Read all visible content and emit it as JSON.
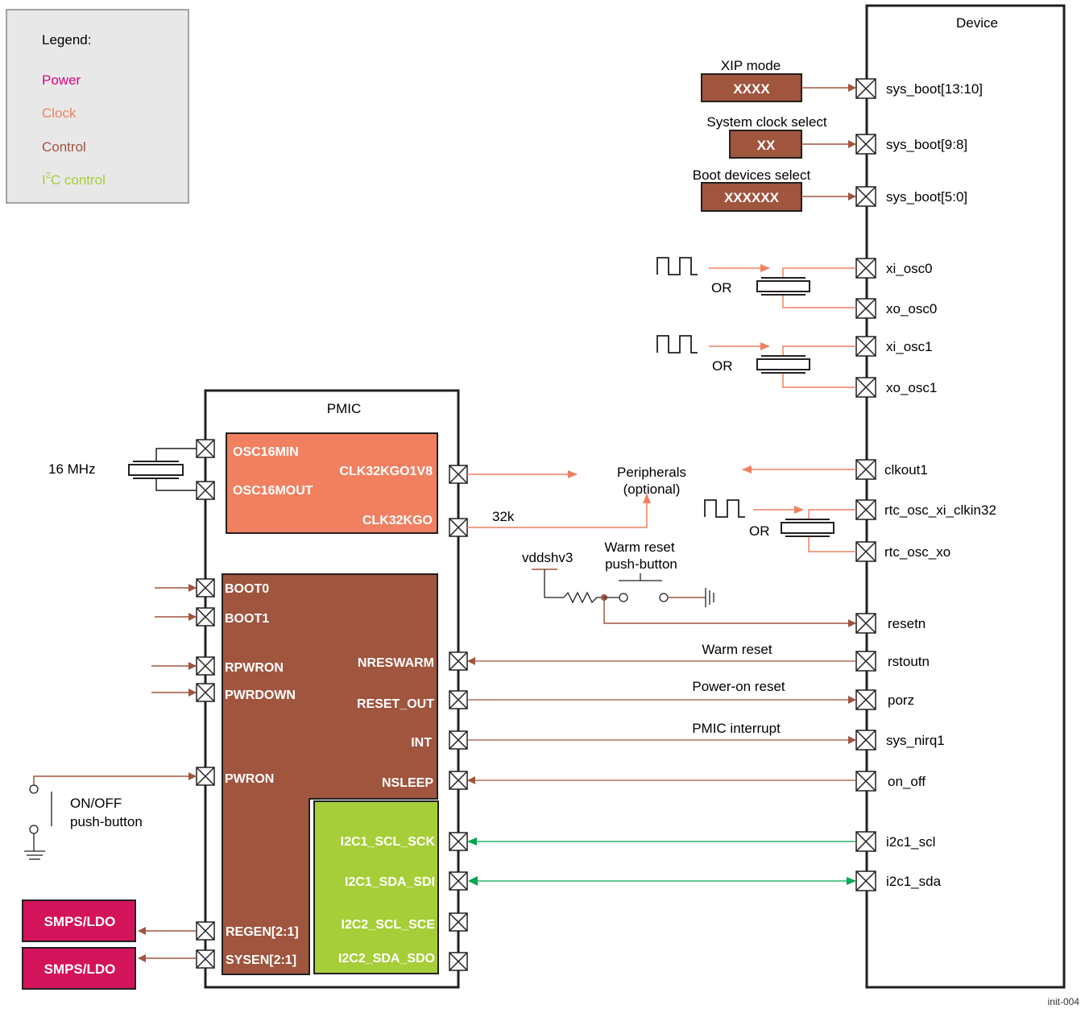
{
  "legend": {
    "title": "Legend:",
    "power": "Power",
    "clock": "Clock",
    "control": "Control",
    "i2c_prefix": "I",
    "i2c_sup": "2",
    "i2c_suffix": "C control"
  },
  "colors": {
    "power": "#e6007e",
    "clock": "#f08060",
    "control": "#a0553f",
    "i2c": "#a6ce39",
    "smps": "#d4145a",
    "i2c_arrow": "#00a651"
  },
  "device": {
    "title": "Device",
    "xip_label": "XIP mode",
    "xip_value": "XXXX",
    "sysclk_label": "System clock select",
    "sysclk_value": "XX",
    "bootdev_label": "Boot devices select",
    "bootdev_value": "XXXXXX",
    "pins": {
      "sys_boot_13_10": "sys_boot[13:10]",
      "sys_boot_9_8": "sys_boot[9:8]",
      "sys_boot_5_0": "sys_boot[5:0]",
      "xi_osc0": "xi_osc0",
      "xo_osc0": "xo_osc0",
      "xi_osc1": "xi_osc1",
      "xo_osc1": "xo_osc1",
      "clkout1": "clkout1",
      "rtc_osc_xi_clkin32": "rtc_osc_xi_clkin32",
      "rtc_osc_xo": "rtc_osc_xo",
      "resetn": "resetn",
      "rstoutn": "rstoutn",
      "porz": "porz",
      "sys_nirq1": "sys_nirq1",
      "on_off": "on_off",
      "i2c1_scl": "i2c1_scl",
      "i2c1_sda": "i2c1_sda"
    }
  },
  "or_label": "OR",
  "pmic": {
    "title": "PMIC",
    "osc16min": "OSC16MIN",
    "osc16mout": "OSC16MOUT",
    "clk32kgo1v8": "CLK32KGO1V8",
    "clk32kgo": "CLK32KGO",
    "boot0": "BOOT0",
    "boot1": "BOOT1",
    "rpwron": "RPWRON",
    "pwrdown": "PWRDOWN",
    "pwron": "PWRON",
    "regen": "REGEN[2:1]",
    "sysen": "SYSEN[2:1]",
    "nreswarm": "NRESWARM",
    "reset_out": "RESET_OUT",
    "int": "INT",
    "nsleep": "NSLEEP",
    "i2c1_scl_sck": "I2C1_SCL_SCK",
    "i2c1_sda_sdi": "I2C1_SDA_SDI",
    "i2c2_scl_sce": "I2C2_SCL_SCE",
    "i2c2_sda_sdo": "I2C2_SDA_SDO"
  },
  "labels": {
    "mhz16": "16 MHz",
    "peripherals_line1": "Peripherals",
    "peripherals_line2": "(optional)",
    "k32": "32k",
    "vddshv3": "vddshv3",
    "warm_reset_pb_line1": "Warm reset",
    "warm_reset_pb_line2": "push-button",
    "warm_reset": "Warm reset",
    "power_on_reset": "Power-on reset",
    "pmic_interrupt": "PMIC interrupt",
    "onoff_line1": "ON/OFF",
    "onoff_line2": "push-button",
    "smps1": "SMPS/LDO",
    "smps2": "SMPS/LDO",
    "figure_id": "init-004"
  }
}
